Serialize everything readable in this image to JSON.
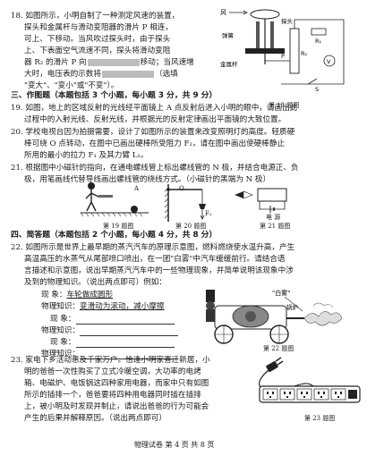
{
  "q18": {
    "l1": "18. 如图所示，小明自制了一种测定风速的装置，",
    "l2": "探头和金属杆与滑动变阻器的滑片 P 相连，",
    "l3": "可上、下移动。当风吹过探头时，由于探头",
    "l4": "上、下表面空气流速不同，探头将滑动变阻",
    "l5": "器 R₂ 的滑片 P 向",
    "l5b": "移动；当风速增",
    "l6": "大时，电压表的示数将",
    "l6b": "（选填",
    "l7": "\"变大\"、\"变小\"或\"不变\"）。",
    "fig_cap": "第 18 题图",
    "labels": {
      "wind": "风",
      "probe": "探头",
      "spring": "弹簧",
      "rod": "金属杆",
      "p": "P",
      "r1": "R₁",
      "r2": "R₂",
      "v": "V",
      "s": "S"
    }
  },
  "sec3": {
    "title": "三、作图题（本题包括 3 个小题，每小题 3 分，共 9 分）"
  },
  "q19": {
    "l1": "19. 如图，地上的区域反射的光线经平面镜上 A 点反射后进入小明的眼中，请画出此",
    "l2": "过程中的入射光线、反射光线，并根据光的反射定律画出平面镜的大致位置。"
  },
  "q20": {
    "l1": "20. 学校电视台因为拍摄需要，设计了如图所示的装置来改变照明灯的高度。轻质硬",
    "l2": "棒可绕 O 点转动，在图中已画出硬棒所受阻力 F₂，请在图中画出使硬棒静止",
    "l3": "所用的最小的拉力 F₁ 及其力臂 L₁。"
  },
  "q21": {
    "l1": "21. 根据图中小磁针的指向，在通电螺线管上标出螺线管的 N 极，并结合电源正、负",
    "l2": "极，用笔画线代替导线画出螺线管的绕线方式。（小磁针的黑端为 N 极）"
  },
  "figs": {
    "f19": "第 19 题图",
    "f20": "第 20 题图",
    "f21": "第 21 题图",
    "a": "A",
    "o": "O",
    "f2": "F₂",
    "power": "电 源"
  },
  "sec4": {
    "title": "四、简答题（本题包括 2 个小题，每小题 4 分，共 8 分）"
  },
  "q22": {
    "l1": "22. 如图所示是世界上最早期的蒸汽汽车的原理示意图，燃料燃烧使水温升高，产生",
    "l2": "高温高压的水蒸气从尾部喷口喷出，在一团\"白雾\"中汽车缓缓前行。请结合语",
    "l3": "言描述和示意图，说出早期蒸汽汽车中的一些物理现象，并简单说明该现象中涉",
    "l4": "及到的物理知识。（说出两点即可）例如：",
    "ex_phen_label": "现      象：",
    "ex_phen": "车轮做成圆形",
    "ex_know_label": "物理知识：",
    "ex_know": "变滑动为滚动，减小摩擦",
    "row_phen": "现      象：",
    "row_know": "物理知识：",
    "fig_cap": "第 22 题图",
    "fig_fog": "\"白雾\"",
    "fig_boiler": "锅炉"
  },
  "q23": {
    "l1": "23. 家电下乡活动惠及千家万户。恰逢小明家喜迁新居，小",
    "l2": "明的爸爸一次性购买了立式冷暖空调，大功率的电烤",
    "l3": "箱、电磁炉、电饭锅这四种家用电器，而家中只有如图",
    "l4": "所示的插排一个，爸爸要将四种用电器同时插在插排",
    "l5": "上，被小明及时发现并制止，请说出爸爸的行为可能会",
    "l6": "产生的后果并解释原因。（说出两点即可）",
    "fig_cap": "第 23 题图"
  },
  "footer": {
    "text": "物理试卷    第 4 页    共 8 页"
  }
}
